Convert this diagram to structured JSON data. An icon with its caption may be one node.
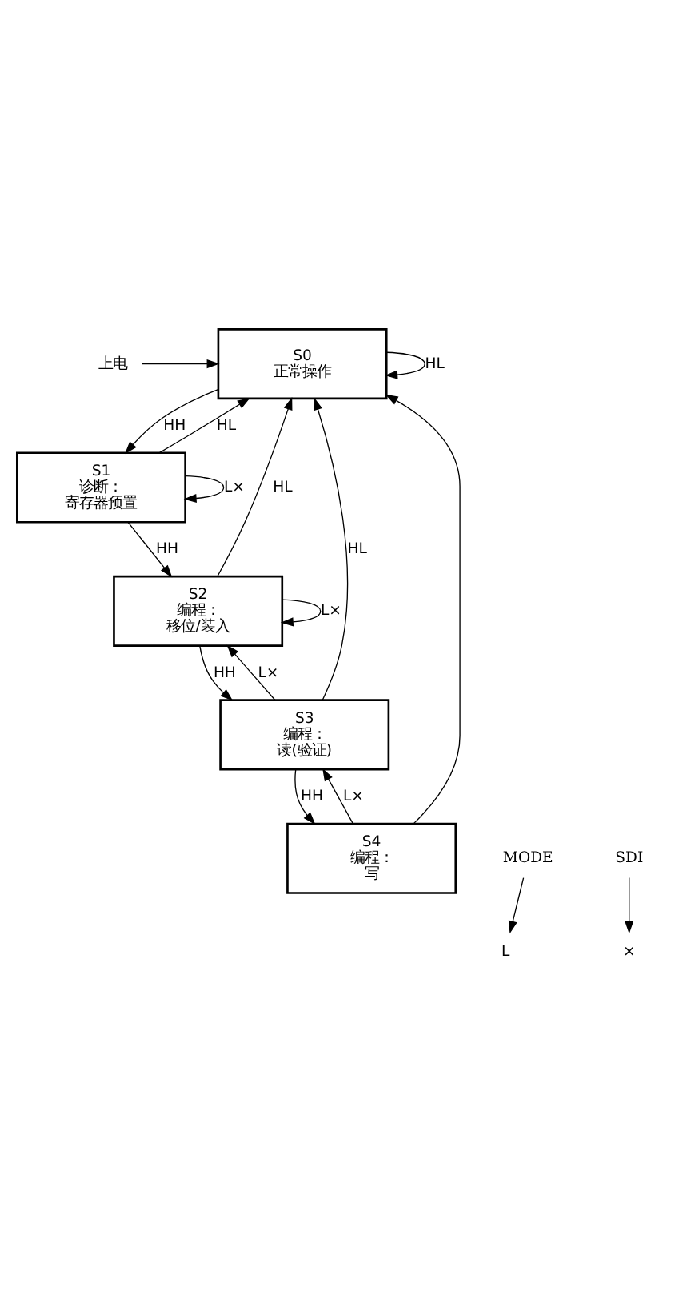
{
  "diagram": {
    "nodes": [
      {
        "text": [
          "上电"
        ]
      },
      {
        "text": [
          "S0",
          "正常操作"
        ]
      },
      {
        "text": [
          "S1",
          "诊断：",
          "寄存器预置"
        ]
      },
      {
        "text": [
          "S2",
          "编程：",
          "移位/装入"
        ]
      },
      {
        "text": [
          "S3",
          "编程：",
          "读(验证)"
        ]
      },
      {
        "text": [
          "S4",
          "编程：",
          "写"
        ]
      },
      {
        "text": [
          "L"
        ]
      },
      {
        "text": [
          "×"
        ]
      },
      {
        "text": [
          "MODE"
        ]
      },
      {
        "text": [
          "SDI"
        ]
      }
    ],
    "edges": [
      {
        "from": 0,
        "to": 1,
        "arrow": "to"
      },
      {
        "from": 1,
        "to": 1,
        "arrow": "to",
        "label": "HL"
      },
      {
        "from": 1,
        "to": 2,
        "arrow": "to",
        "label": "HH"
      },
      {
        "from": 2,
        "to": 1,
        "arrow": "to",
        "label": "HL"
      },
      {
        "from": 2,
        "to": 2,
        "arrow": "to",
        "label": "L×"
      },
      {
        "from": 2,
        "to": 3,
        "arrow": "to",
        "label": "HH"
      },
      {
        "from": 3,
        "to": 1,
        "arrow": "to",
        "label": "HL"
      },
      {
        "from": 3,
        "to": 3,
        "arrow": "to",
        "label": "L×"
      },
      {
        "from": 4,
        "to": 3,
        "arrow": "to",
        "label": "L×"
      },
      {
        "from": 3,
        "to": 4,
        "arrow": "to",
        "label": "HH"
      },
      {
        "from": 4,
        "to": 1,
        "arrow": "to",
        "label": "HL"
      },
      {
        "from": 4,
        "to": 5,
        "arrow": "to",
        "label": "HH"
      },
      {
        "from": 5,
        "to": 4,
        "arrow": "to",
        "label": "L×"
      },
      {
        "from": 5,
        "to": 1,
        "arrow": "to"
      },
      {
        "from": 8,
        "to": 6,
        "arrow": "to"
      },
      {
        "from": 9,
        "to": 7,
        "arrow": "to"
      }
    ]
  }
}
